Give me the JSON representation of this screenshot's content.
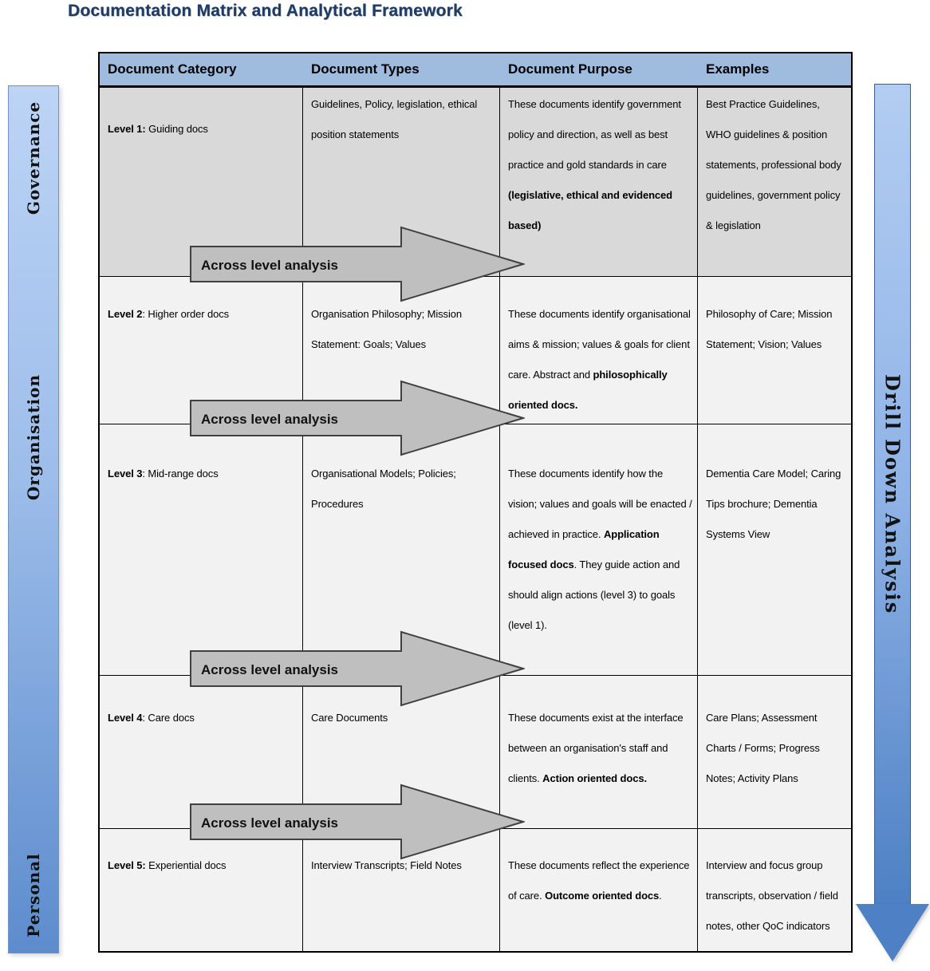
{
  "title": "Documentation Matrix and Analytical Framework",
  "side_labels": {
    "left": [
      "Governance",
      "Organisation",
      "Personal"
    ],
    "right": "Drill Down Analysis"
  },
  "arrow_label": "Across level analysis",
  "table": {
    "headers": [
      "Document Category",
      "Document Types",
      "Document Purpose",
      "Examples"
    ],
    "rows": [
      {
        "category": [
          {
            "text": "Level 1:",
            "bold": true
          },
          {
            "text": " Guiding docs",
            "bold": false
          }
        ],
        "types": [
          {
            "text": "Guidelines, Policy, legislation, ethical position statements",
            "bold": false
          }
        ],
        "purpose": [
          {
            "text": "These documents identify government policy and direction, as well as best practice and gold standards in care ",
            "bold": false
          },
          {
            "text": "(legislative, ethical and evidenced based)",
            "bold": true
          }
        ],
        "examples": [
          {
            "text": "Best Practice Guidelines, WHO guidelines & position statements, professional body guidelines, government policy & legislation",
            "bold": false
          }
        ]
      },
      {
        "category": [
          {
            "text": "Level 2",
            "bold": true
          },
          {
            "text": ": Higher order docs",
            "bold": false
          }
        ],
        "types": [
          {
            "text": "Organisation Philosophy; Mission Statement: Goals; Values",
            "bold": false
          }
        ],
        "purpose": [
          {
            "text": "These documents identify organisational aims & mission; values & goals for client care. Abstract and ",
            "bold": false
          },
          {
            "text": "philosophically oriented docs.",
            "bold": true
          }
        ],
        "examples": [
          {
            "text": "Philosophy of Care; Mission Statement; Vision; Values",
            "bold": false
          }
        ]
      },
      {
        "category": [
          {
            "text": "Level 3",
            "bold": true
          },
          {
            "text": ": Mid-range docs",
            "bold": false
          }
        ],
        "types": [
          {
            "text": "Organisational Models; Policies; Procedures",
            "bold": false
          }
        ],
        "purpose": [
          {
            "text": "These documents identify how the vision; values and goals will be enacted / achieved in practice. ",
            "bold": false
          },
          {
            "text": "Application focused docs",
            "bold": true
          },
          {
            "text": ". They guide action and should align actions (level 3) to goals (level 1).",
            "bold": false
          }
        ],
        "examples": [
          {
            "text": "Dementia Care Model; Caring Tips brochure; Dementia Systems View",
            "bold": false
          }
        ]
      },
      {
        "category": [
          {
            "text": "Level 4",
            "bold": true
          },
          {
            "text": ": Care docs",
            "bold": false
          }
        ],
        "types": [
          {
            "text": "Care Documents",
            "bold": false
          }
        ],
        "purpose": [
          {
            "text": "These documents exist at the interface between an organisation's staff and clients. ",
            "bold": false
          },
          {
            "text": "Action oriented docs.",
            "bold": true
          }
        ],
        "examples": [
          {
            "text": "Care Plans; Assessment Charts / Forms; Progress Notes; Activity Plans",
            "bold": false
          }
        ]
      },
      {
        "category": [
          {
            "text": "Level 5:",
            "bold": true
          },
          {
            "text": " Experiential docs",
            "bold": false
          }
        ],
        "types": [
          {
            "text": "Interview Transcripts; Field Notes",
            "bold": false
          }
        ],
        "purpose": [
          {
            "text": "These documents reflect the experience of care. ",
            "bold": false
          },
          {
            "text": "Outcome oriented docs",
            "bold": true
          },
          {
            "text": ".",
            "bold": false
          }
        ],
        "examples": [
          {
            "text": "Interview and focus group transcripts, observation / field notes, other QoC indicators",
            "bold": false
          }
        ]
      }
    ]
  },
  "colors": {
    "title": "#1f3c67",
    "header_bg": "#9fbcdf",
    "row1_bg": "#d9d9d9",
    "row_bg": "#f2f2f2",
    "arrow_fill": "#bfbfbf",
    "arrow_stroke": "#404040",
    "side_bar_top": "#bcd4f5",
    "side_bar_bottom": "#5d8ccd",
    "drill_arrow_blue": "#4d80c4",
    "table_border": "#000000"
  }
}
